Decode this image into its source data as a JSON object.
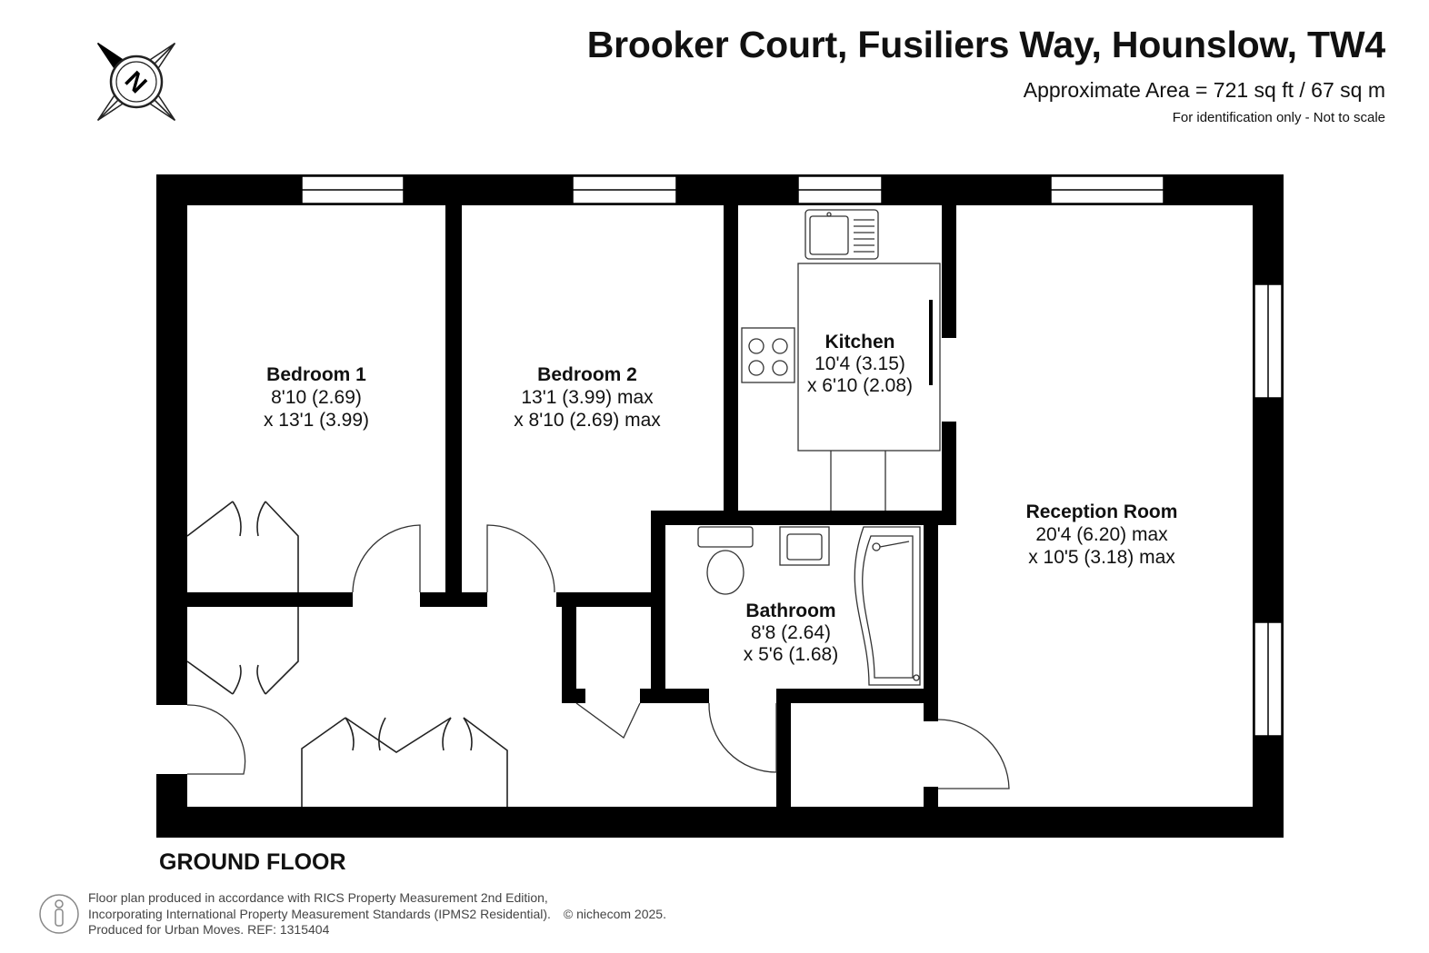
{
  "header": {
    "title": "Brooker Court, Fusiliers Way, Hounslow, TW4",
    "area": "Approximate Area = 721 sq ft / 67 sq m",
    "note": "For identification only - Not to scale"
  },
  "compass": {
    "letter": "N"
  },
  "rooms": {
    "bedroom1": {
      "name": "Bedroom 1",
      "dim1": "8'10 (2.69)",
      "dim2": "x 13'1 (3.99)"
    },
    "bedroom2": {
      "name": "Bedroom 2",
      "dim1": "13'1 (3.99) max",
      "dim2": "x 8'10 (2.69) max"
    },
    "kitchen": {
      "name": "Kitchen",
      "dim1": "10'4 (3.15)",
      "dim2": "x 6'10 (2.08)"
    },
    "reception": {
      "name": "Reception Room",
      "dim1": "20'4 (6.20) max",
      "dim2": "x 10'5 (3.18) max"
    },
    "bathroom": {
      "name": "Bathroom",
      "dim1": "8'8 (2.64)",
      "dim2": "x 5'6 (1.68)"
    }
  },
  "floor_label": "GROUND FLOOR",
  "footer": {
    "line1": "Floor plan produced in accordance with RICS Property Measurement 2nd Edition,",
    "line2": "Incorporating International Property Measurement Standards (IPMS2 Residential).",
    "copyright": "© nichecom 2025.",
    "line3": "Produced for Urban Moves.   REF:  1315404"
  },
  "colors": {
    "wall": "#000000",
    "fixture": "#333333",
    "text": "#111111"
  }
}
